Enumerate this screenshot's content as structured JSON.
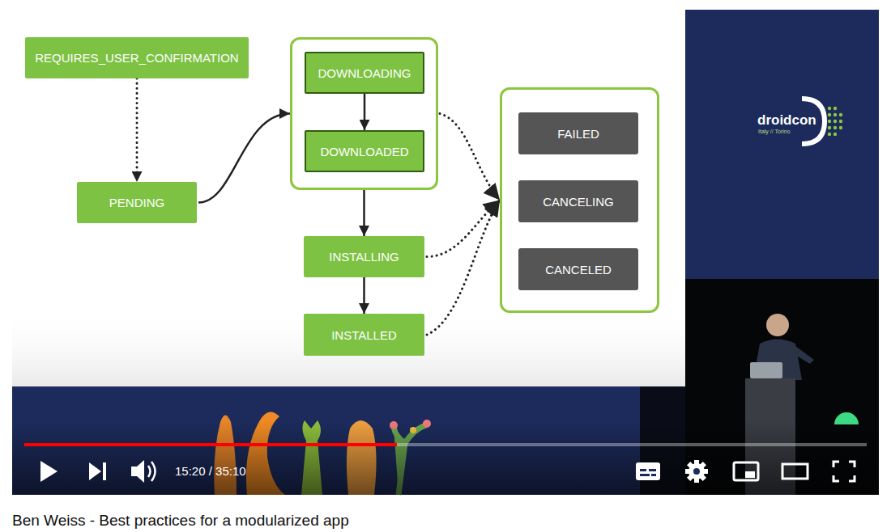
{
  "diagram": {
    "nodes": [
      {
        "text": [
          "REQUIRES_USER_CONFIRMATION"
        ]
      },
      {
        "text": [
          "PENDING"
        ]
      },
      {
        "text": []
      },
      {
        "text": [
          "DOWNLOADING"
        ],
        "in": 2
      },
      {
        "text": [
          "DOWNLOADED"
        ],
        "in": 2
      },
      {
        "text": [
          "INSTALLING"
        ]
      },
      {
        "text": [
          "INSTALLED"
        ]
      },
      {
        "text": []
      },
      {
        "text": [
          "FAILED"
        ],
        "in": 7
      },
      {
        "text": [
          "CANCELING"
        ],
        "in": 7
      },
      {
        "text": [
          "CANCELED"
        ],
        "in": 7
      }
    ],
    "edges": [
      {
        "from": 0,
        "to": 1,
        "arrow": "to"
      },
      {
        "from": 1,
        "to": 2,
        "arrow": "to"
      },
      {
        "from": 3,
        "to": 4,
        "arrow": "to"
      },
      {
        "from": 2,
        "to": 5,
        "arrow": "to"
      },
      {
        "from": 5,
        "to": 6,
        "arrow": "to"
      },
      {
        "from": 2,
        "to": 7,
        "arrow": "to"
      },
      {
        "from": 5,
        "to": 7,
        "arrow": "to"
      },
      {
        "from": 6,
        "to": 7,
        "arrow": "to"
      }
    ],
    "labels": [
      "droidcon",
      "Italy // Torino",
      "15:20 / 35:10",
      "Ben Weiss - Best practices for a modularized app"
    ]
  }
}
